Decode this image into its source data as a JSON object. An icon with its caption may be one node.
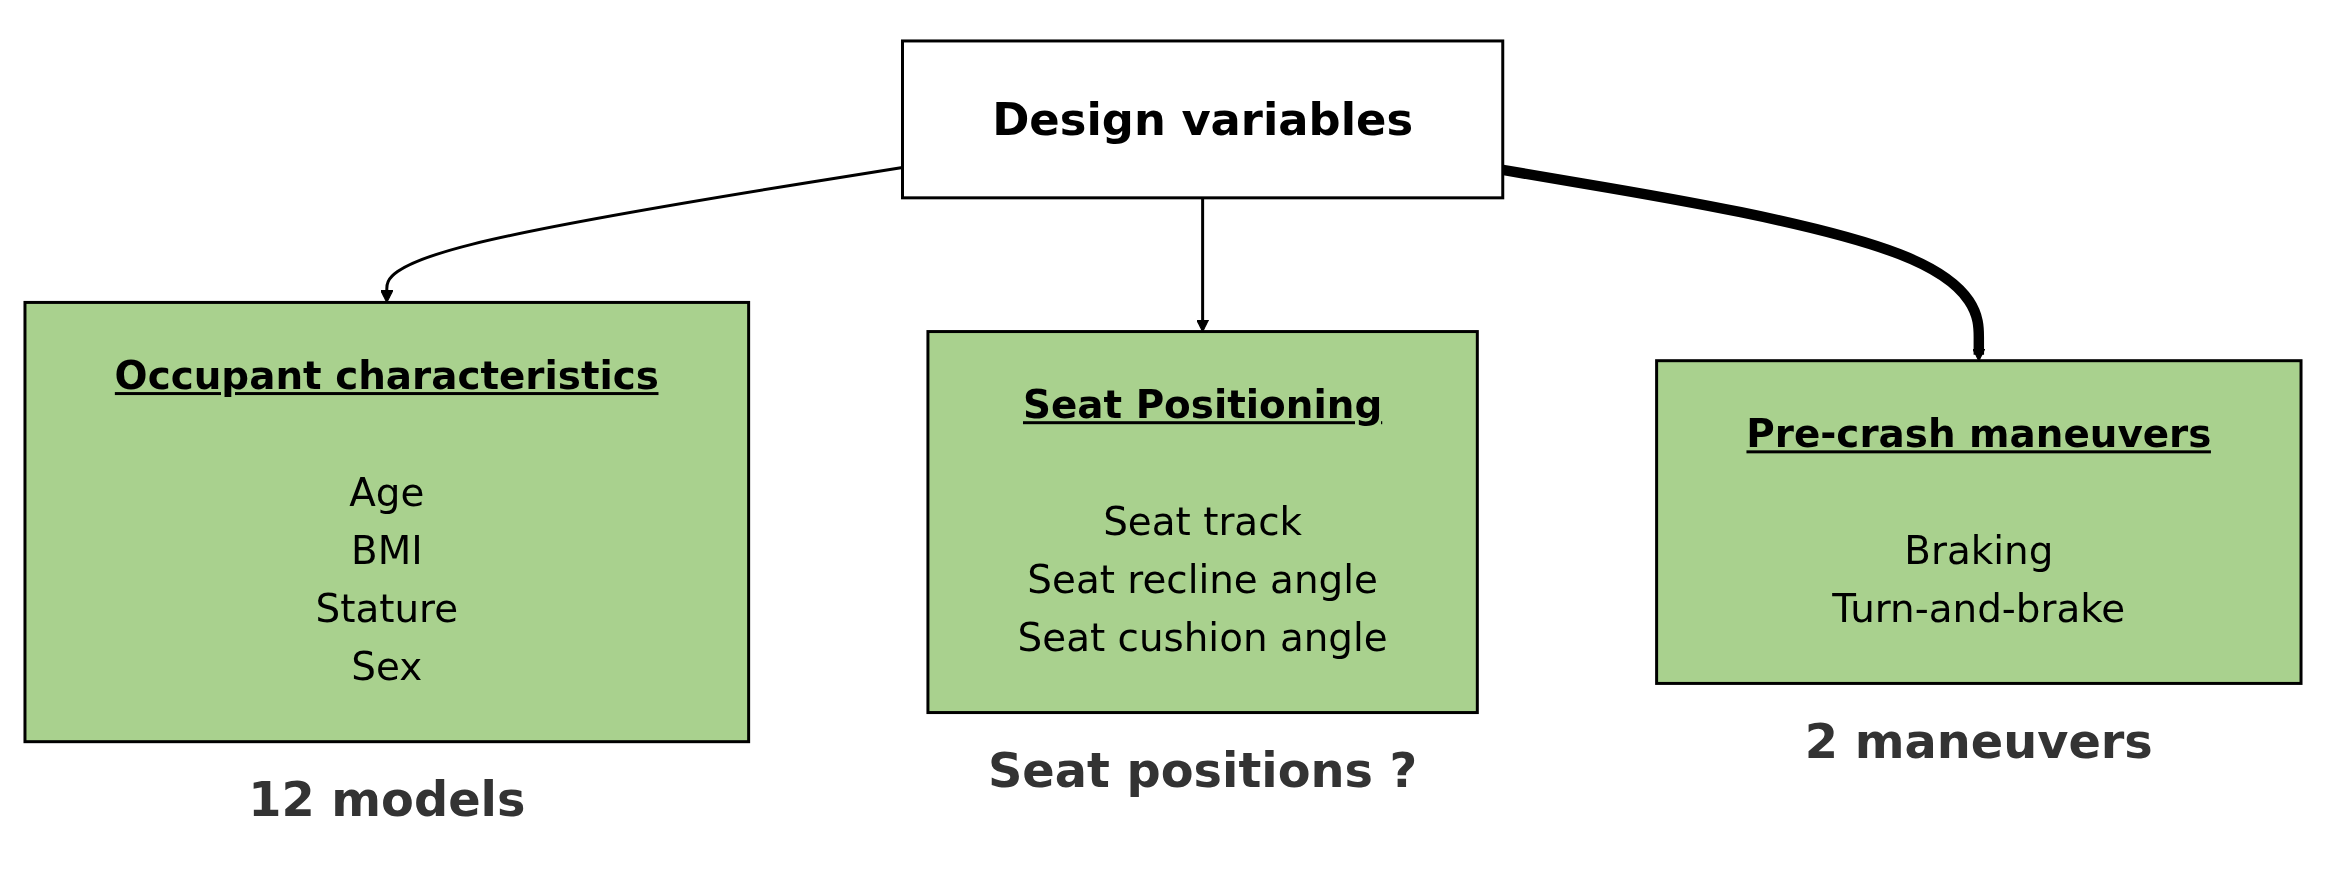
{
  "diagram": {
    "nodes": [
      {
        "text": [
          "Design variables"
        ]
      },
      {
        "text": [
          "Occupant characteristics",
          "Age",
          "BMI",
          "Stature",
          "Sex"
        ],
        "beside": [
          "12 models"
        ]
      },
      {
        "text": [
          "Seat Positioning",
          "Seat track",
          "Seat recline angle",
          "Seat cushion angle"
        ],
        "beside": [
          "Seat positions ?"
        ]
      },
      {
        "text": [
          "Pre-crash maneuvers",
          "Braking",
          "Turn-and-brake"
        ],
        "beside": [
          "2 maneuvers"
        ]
      }
    ],
    "edges": [
      {
        "from": 0,
        "to": 1,
        "arrow": "to"
      },
      {
        "from": 0,
        "to": 2,
        "arrow": "to"
      },
      {
        "from": 0,
        "to": 3,
        "arrow": "to",
        "style": "thick"
      }
    ]
  }
}
